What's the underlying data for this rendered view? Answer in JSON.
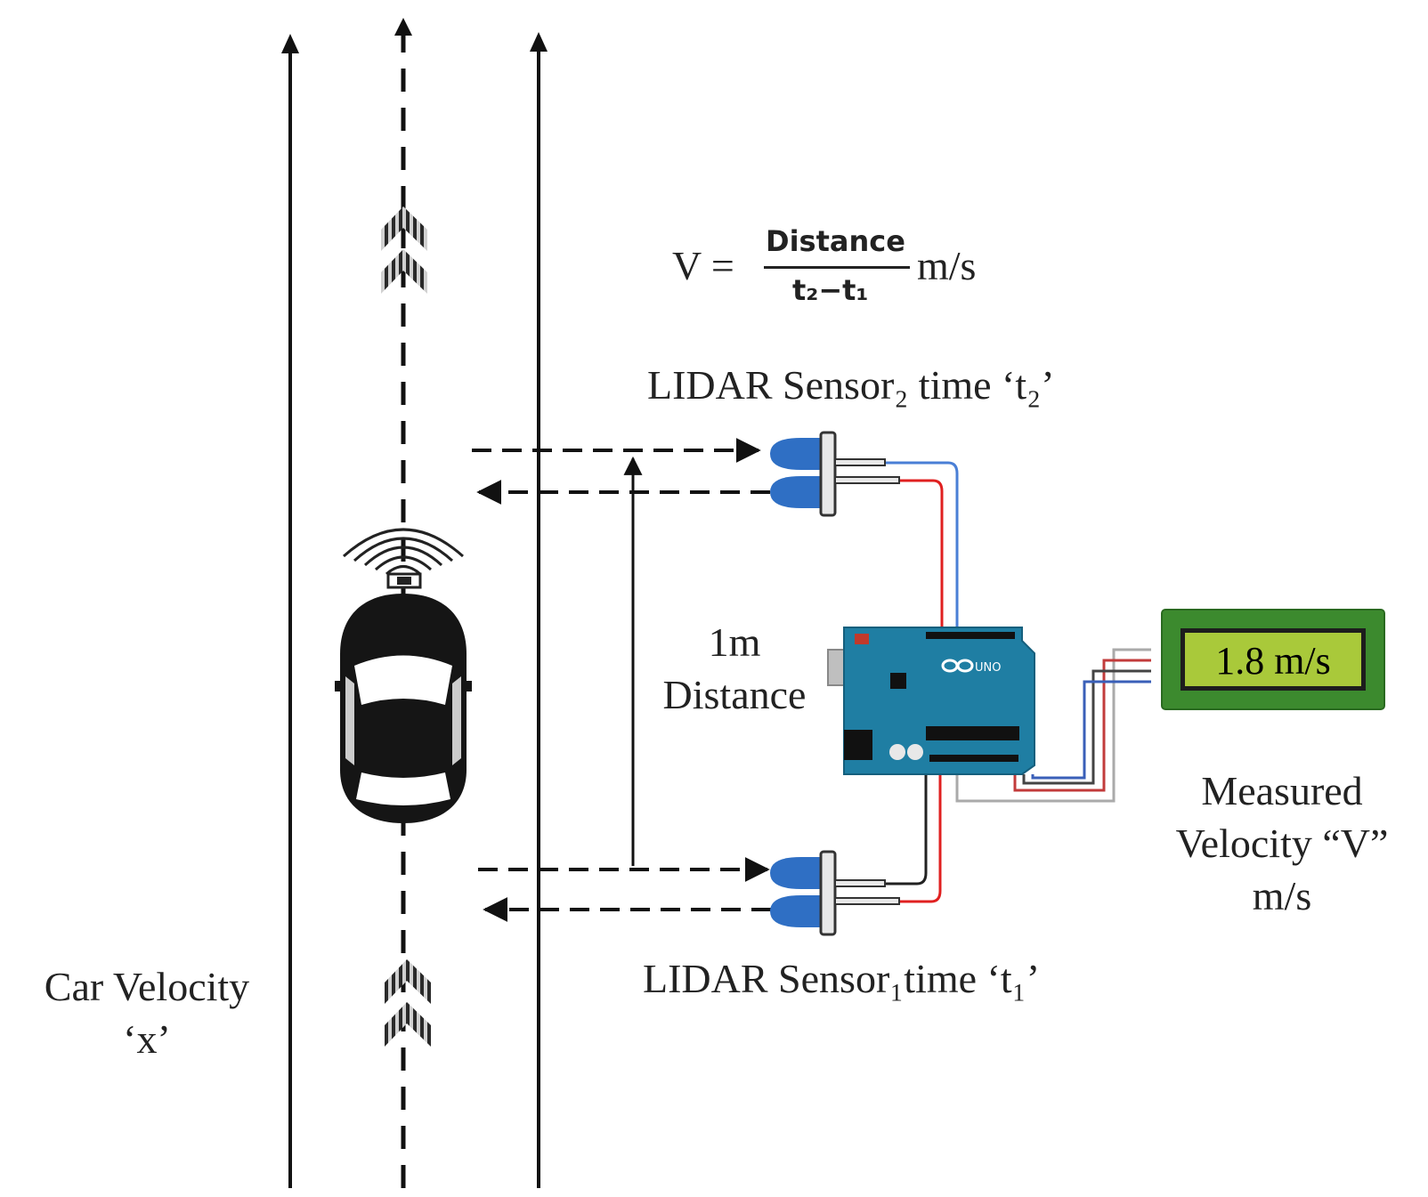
{
  "formula": {
    "lhs": "V =",
    "numerator": "Distance",
    "denominator": "t₂−t₁",
    "unit": "m/s"
  },
  "sensor2_label": "LIDAR Sensor₂ time ‘t₂’",
  "sensor1_label": "LIDAR Sensor₁time ‘t₁’",
  "distance_label": {
    "line1": "1m",
    "line2": "Distance"
  },
  "car_velocity_label": {
    "line1": "Car Velocity",
    "line2": "‘x’"
  },
  "measured_label": {
    "line1": "Measured",
    "line2": "Velocity “V”",
    "line3": "m/s"
  },
  "lcd_display": "1.8 m/s",
  "board_logo": "UNO",
  "colors": {
    "sensor_blue": "#2f6fc4",
    "board_teal": "#1f7ea3",
    "lcd_green": "#a9c93a",
    "lcd_frame": "#3c8a2e",
    "wire_red": "#e02020",
    "wire_blue": "#4a7fd6",
    "wire_black": "#222222"
  }
}
